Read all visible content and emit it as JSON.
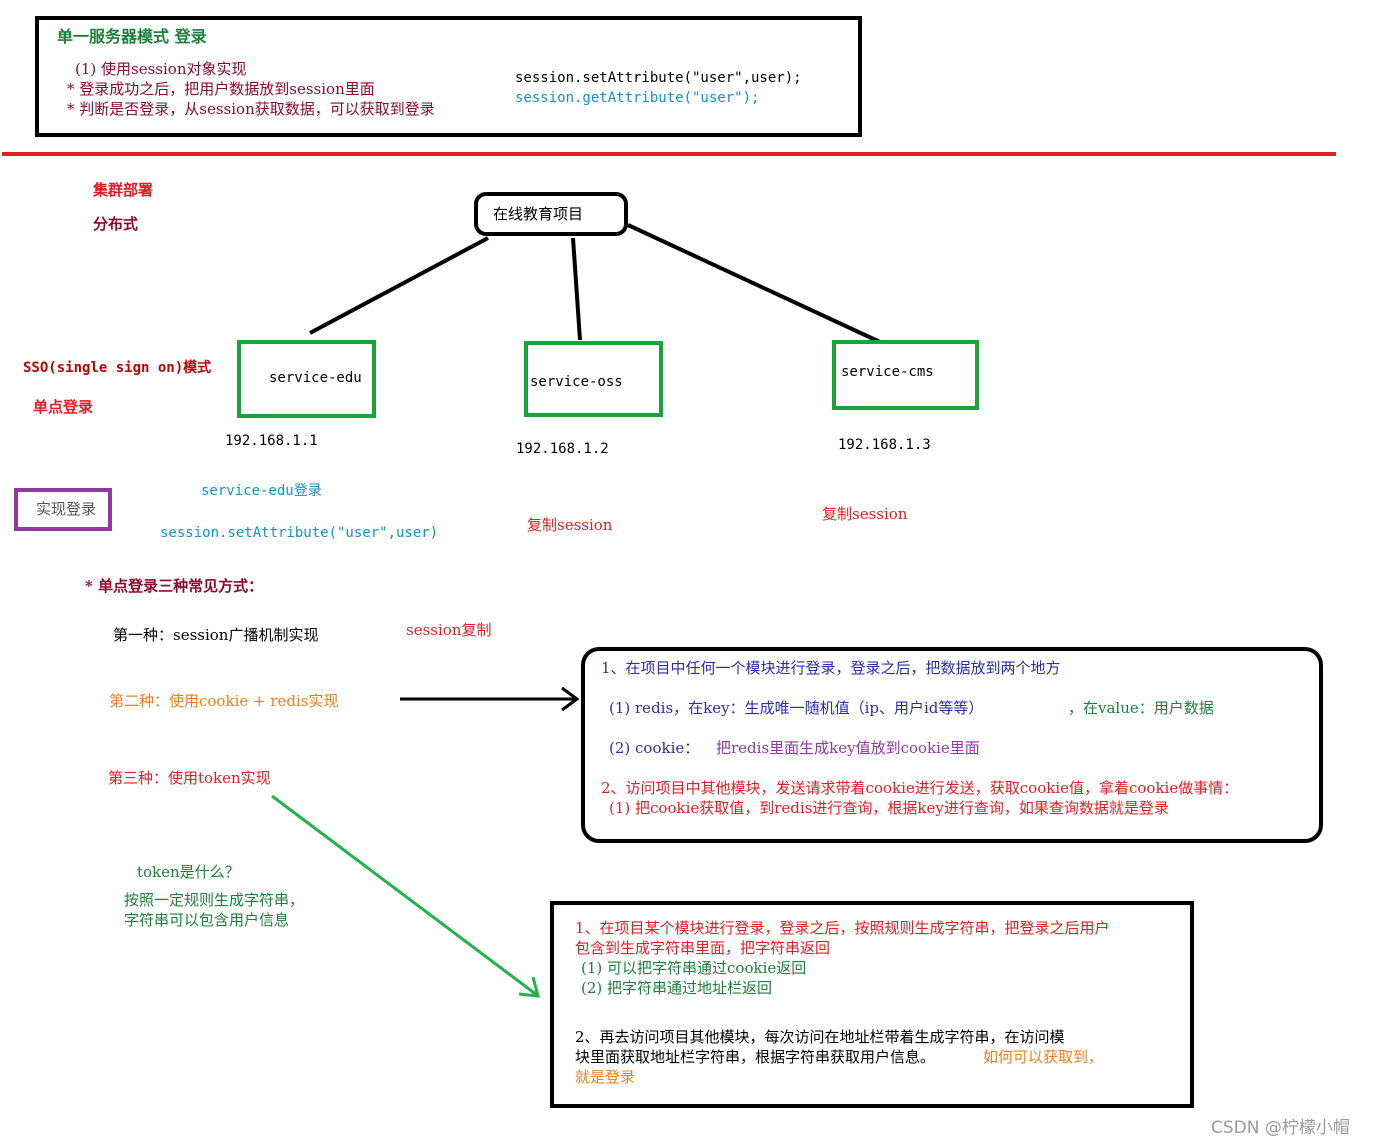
{
  "top_box": {
    "title": "单一服务器模式  登录",
    "line1": "(1) 使用session对象实现",
    "line2": "* 登录成功之后，把用户数据放到session里面",
    "line3": "* 判断是否登录，从session获取数据，可以获取到登录",
    "code_set": "session.setAttribute(\"user\",user);",
    "code_get": "session.getAttribute(\"user\");"
  },
  "cluster": {
    "label1": "集群部署",
    "label2": "分布式"
  },
  "root_node": "在线教育项目",
  "services": [
    {
      "name": "service-edu",
      "ip": "192.168.1.1"
    },
    {
      "name": "service-oss",
      "ip": "192.168.1.2"
    },
    {
      "name": "service-cms",
      "ip": "192.168.1.3"
    }
  ],
  "sso": {
    "title": "SSO(single sign on)模式",
    "subtitle": "单点登录"
  },
  "login_button": "实现登录",
  "edu_login": {
    "label": "service-edu登录",
    "code": "session.setAttribute(\"user\",user)"
  },
  "copy_session_1": "复制session",
  "copy_session_2": "复制session",
  "methods": {
    "heading": "* 单点登录三种常见方式：",
    "first": "第一种：session广播机制实现",
    "first_note": "session复制",
    "second": "第二种：使用cookie + redis实现",
    "third": "第三种：使用token实现"
  },
  "cookie_redis_box": {
    "line1": "1、在项目中任何一个模块进行登录，登录之后，把数据放到两个地方",
    "line2a": "(1) redis，在key：生成唯一随机值（ip、用户id等等）",
    "line2b": "，在value：用户数据",
    "line3a": "(2) cookie：",
    "line3b": "把redis里面生成key值放到cookie里面",
    "line4": "2、访问项目中其他模块，发送请求带着cookie进行发送，获取cookie值，拿着cookie做事情：",
    "line5": "(1) 把cookie获取值，到redis进行查询，根据key进行查询，如果查询数据就是登录"
  },
  "token_def": {
    "question": "token是什么？",
    "answer1": "按照一定规则生成字符串，",
    "answer2": "字符串可以包含用户信息"
  },
  "token_box": {
    "line1": "1、在项目某个模块进行登录，登录之后，按照规则生成字符串，把登录之后用户",
    "line2": "包含到生成字符串里面，把字符串返回",
    "line3": "(1) 可以把字符串通过cookie返回",
    "line4": "(2) 把字符串通过地址栏返回",
    "line5": "2、再去访问项目其他模块，每次访问在地址栏带着生成字符串，在访问模",
    "line6a": "块里面获取地址栏字符串，根据字符串获取用户信息。",
    "line6b": "如何可以获取到，",
    "line7": "就是登录"
  },
  "watermark": "CSDN @柠檬小帽",
  "colors": {
    "divider": "#e31d23",
    "service_box": "#1aa33a",
    "login_box": "#8e3aa0",
    "token_arrow": "#22b14c"
  }
}
